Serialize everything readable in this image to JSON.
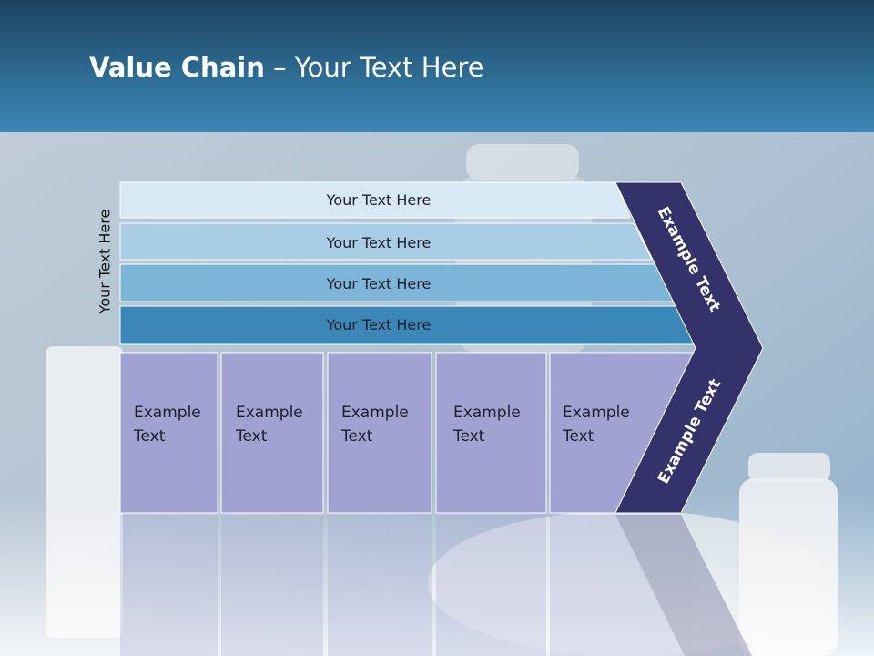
{
  "slide": {
    "title_bold": "Value Chain",
    "title_rest": " – Your Text Here",
    "side_label": "Your Text Here"
  },
  "bars": [
    {
      "label": "Your Text Here",
      "color": "#d6e9f5"
    },
    {
      "label": "Your Text Here",
      "color": "#a9cde4"
    },
    {
      "label": "Your Text Here",
      "color": "#7db5d8"
    },
    {
      "label": "Your Text Here",
      "color": "#3a87b8"
    }
  ],
  "columns": [
    {
      "line1": "Example",
      "line2": "Text"
    },
    {
      "line1": "Example",
      "line2": "Text"
    },
    {
      "line1": "Example",
      "line2": "Text"
    },
    {
      "line1": "Example",
      "line2": "Text"
    },
    {
      "line1": "Example",
      "line2": "Text"
    }
  ],
  "chevron": {
    "upper_label": "Example Text",
    "lower_label": "Example Text",
    "color": "#33326a"
  },
  "colors": {
    "column_fill": "#a0a2d2",
    "header_dark": "#1d4360",
    "header_light": "#3c87b5"
  }
}
